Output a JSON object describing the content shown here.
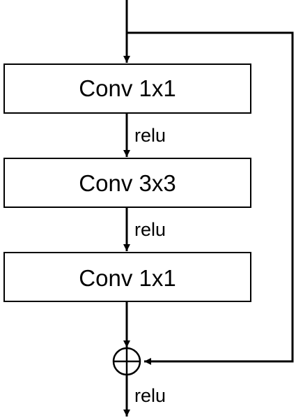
{
  "diagram": {
    "blocks": [
      {
        "label": "Conv 1x1"
      },
      {
        "label": "Conv 3x3"
      },
      {
        "label": "Conv 1x1"
      }
    ],
    "edge_labels": {
      "after_block_1": "relu",
      "after_block_2": "relu",
      "output": "relu"
    }
  }
}
